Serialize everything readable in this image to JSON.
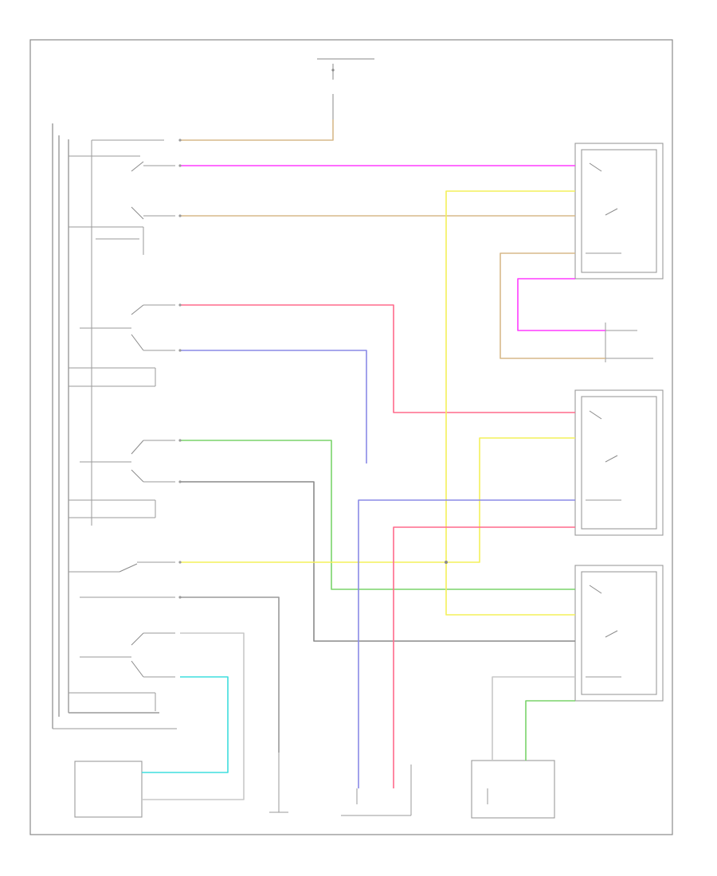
{
  "diagram": {
    "footer_id": "",
    "colors": {
      "magenta": "#ff3cff",
      "pink": "#ff6a8c",
      "blue": "#8a8ae6",
      "green": "#7ad46a",
      "yellow": "#f4f05a",
      "cyan": "#3fdede",
      "tan": "#d7b98a",
      "gray": "#8a8a8a"
    },
    "components": [
      {
        "id": "ignition-switch",
        "label": ""
      },
      {
        "id": "rear-window-switch-assembly",
        "label": ""
      },
      {
        "id": "right-front-window-switch",
        "label": ""
      },
      {
        "id": "right-front-window-motor",
        "label": ""
      },
      {
        "id": "left-front-window-switch",
        "label": ""
      },
      {
        "id": "right-rear-window-switch",
        "label": ""
      },
      {
        "id": "left-rear-window-motor",
        "label": ""
      },
      {
        "id": "left-front-window-motor",
        "label": ""
      },
      {
        "id": "right-rear-window-motor",
        "label": ""
      },
      {
        "id": "ground",
        "label": ""
      }
    ],
    "wires": [
      {
        "id": "power-feed",
        "color": "tan"
      },
      {
        "id": "rf-up",
        "color": "magenta"
      },
      {
        "id": "rf-down",
        "color": "tan"
      },
      {
        "id": "lf-up",
        "color": "pink"
      },
      {
        "id": "lf-down",
        "color": "blue"
      },
      {
        "id": "rr-up",
        "color": "green"
      },
      {
        "id": "rr-down",
        "color": "gray"
      },
      {
        "id": "lock-feed",
        "color": "yellow"
      },
      {
        "id": "lr-up",
        "color": "cyan"
      },
      {
        "id": "lr-down",
        "color": "gray"
      }
    ]
  }
}
